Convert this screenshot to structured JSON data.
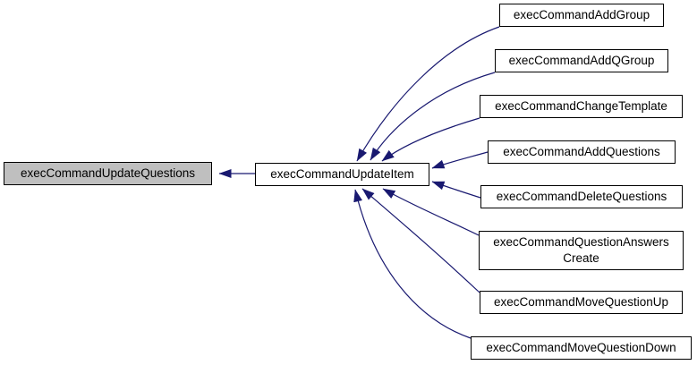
{
  "diagram": {
    "kind": "caller-graph",
    "focus": {
      "label": "execCommandUpdateQuestions"
    },
    "direct_caller": {
      "label": "execCommandUpdateItem"
    },
    "indirect_callers": [
      {
        "label": "execCommandAddGroup"
      },
      {
        "label": "execCommandAddQGroup"
      },
      {
        "label": "execCommandChangeTemplate"
      },
      {
        "label": "execCommandAddQuestions"
      },
      {
        "label": "execCommandDeleteQuestions"
      },
      {
        "label": "execCommandQuestionAnswers\nCreate"
      },
      {
        "label": "execCommandMoveQuestionUp"
      },
      {
        "label": "execCommandMoveQuestionDown"
      }
    ]
  },
  "colors": {
    "edge": "#191970",
    "node_border": "#000000",
    "node_fill": "#ffffff",
    "focus_fill": "#bfbfbf",
    "text": "#000000",
    "background": "#ffffff"
  }
}
